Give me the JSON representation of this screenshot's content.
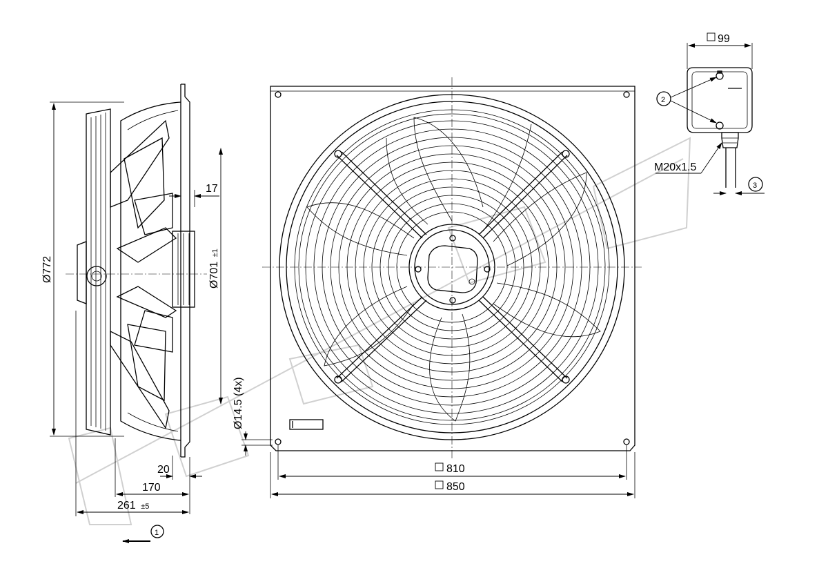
{
  "dimensions": {
    "housing_diameter": "Ø772",
    "ring_diameter": "Ø701",
    "ring_diameter_tol": "±1",
    "hub_offset": "17",
    "hole_diameter": "Ø14.5 (4x)",
    "flange_thickness": "20",
    "depth_inner": "170",
    "depth_total": "261",
    "depth_total_tol": "±5",
    "hole_pitch": "810",
    "plate_size": "850",
    "box_width": "99",
    "cable_gland": "M20x1.5"
  },
  "callouts": {
    "airflow": "1",
    "screws": "2",
    "cable": "3"
  },
  "colors": {
    "line": "#000000",
    "watermark": "#d0d0d0",
    "background": "#ffffff"
  }
}
